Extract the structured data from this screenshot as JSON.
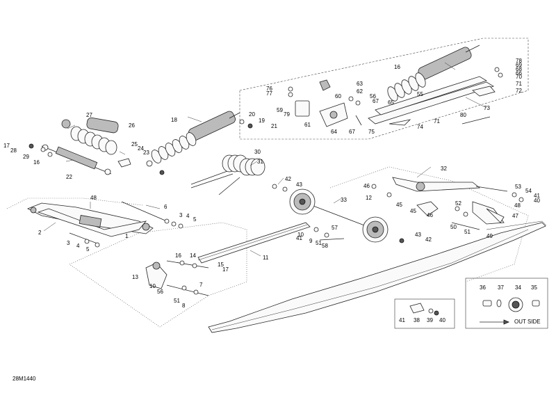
{
  "diagram_code": "28M1440",
  "legend_text": "OUT SIDE",
  "callouts": [
    "1",
    "2",
    "3",
    "4",
    "5",
    "6",
    "7",
    "8",
    "9",
    "10",
    "11",
    "12",
    "13",
    "14",
    "15",
    "16",
    "17",
    "18",
    "19",
    "20",
    "21",
    "22",
    "23",
    "24",
    "25",
    "26",
    "27",
    "28",
    "29",
    "30",
    "31",
    "32",
    "33",
    "34",
    "35",
    "36",
    "37",
    "38",
    "39",
    "40",
    "41",
    "42",
    "43",
    "45",
    "46",
    "47",
    "48",
    "49",
    "50",
    "51",
    "52",
    "53",
    "54",
    "55",
    "56",
    "57",
    "58",
    "59",
    "60",
    "61",
    "62",
    "63",
    "64",
    "65",
    "66",
    "67",
    "68",
    "69",
    "70",
    "71",
    "72",
    "73",
    "74",
    "75",
    "76",
    "77",
    "78",
    "79",
    "80"
  ]
}
